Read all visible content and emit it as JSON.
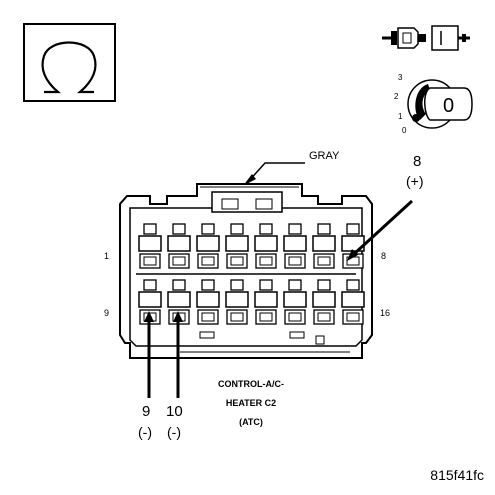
{
  "meter_icon": {
    "symbol": "Ω"
  },
  "ignition": {
    "positions": [
      "3",
      "2",
      "1",
      "0"
    ],
    "key_label": "0"
  },
  "connector": {
    "color_label": "GRAY",
    "pin_row_labels": {
      "top_left": "1",
      "top_right": "8",
      "bottom_left": "9",
      "bottom_right": "16"
    },
    "pin_count_top": 8,
    "pin_count_bottom": 8,
    "name_lines": [
      "CONTROL-A/C-",
      "HEATER C2",
      "(ATC)"
    ]
  },
  "probes": [
    {
      "pin": "8",
      "polarity": "(+)"
    },
    {
      "pin": "9",
      "polarity": "(-)"
    },
    {
      "pin": "10",
      "polarity": "(-)"
    }
  ],
  "figure_id": "815f41fc"
}
